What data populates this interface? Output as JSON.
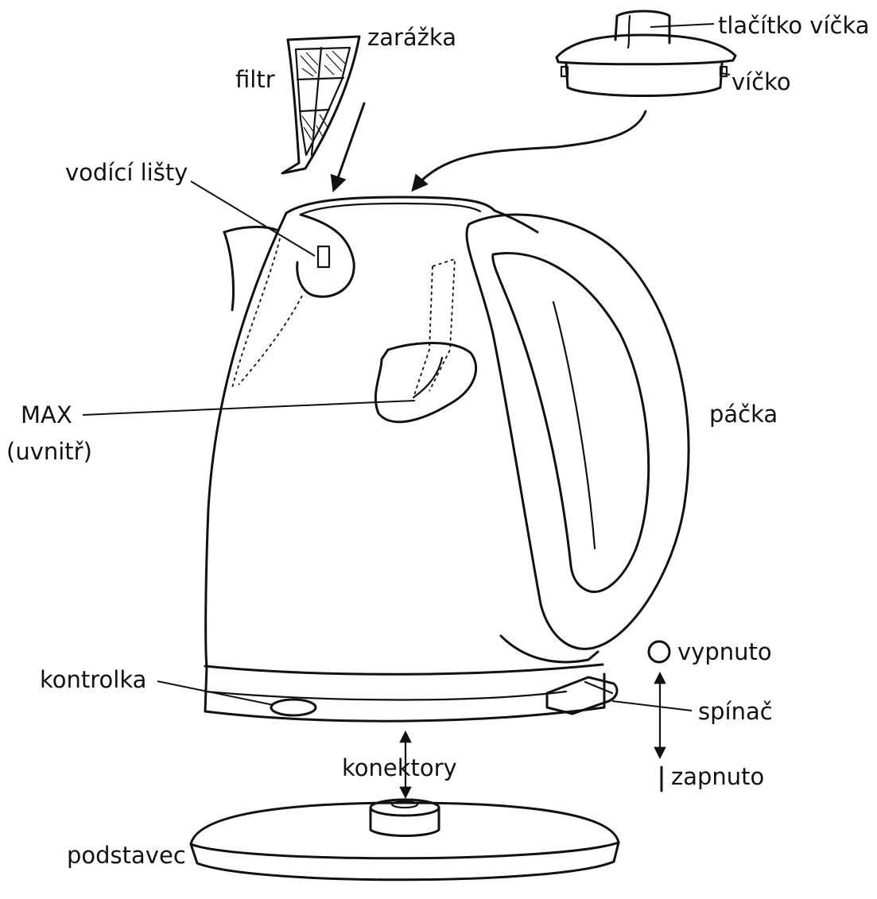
{
  "labels": {
    "zarazka": "zarážka",
    "filtr": "filtr",
    "tlacitko_vicka": "tlačítko víčka",
    "vicko": "víčko",
    "vodici_listy": "vodící lišty",
    "max": "MAX",
    "uvnitr": "(uvnitř)",
    "packa": "páčka",
    "vypnuto": "vypnuto",
    "kontrolka": "kontrolka",
    "spinac": "spínač",
    "konektory": "konektory",
    "zapnuto": "zapnuto",
    "podstavec": "podstavec"
  }
}
